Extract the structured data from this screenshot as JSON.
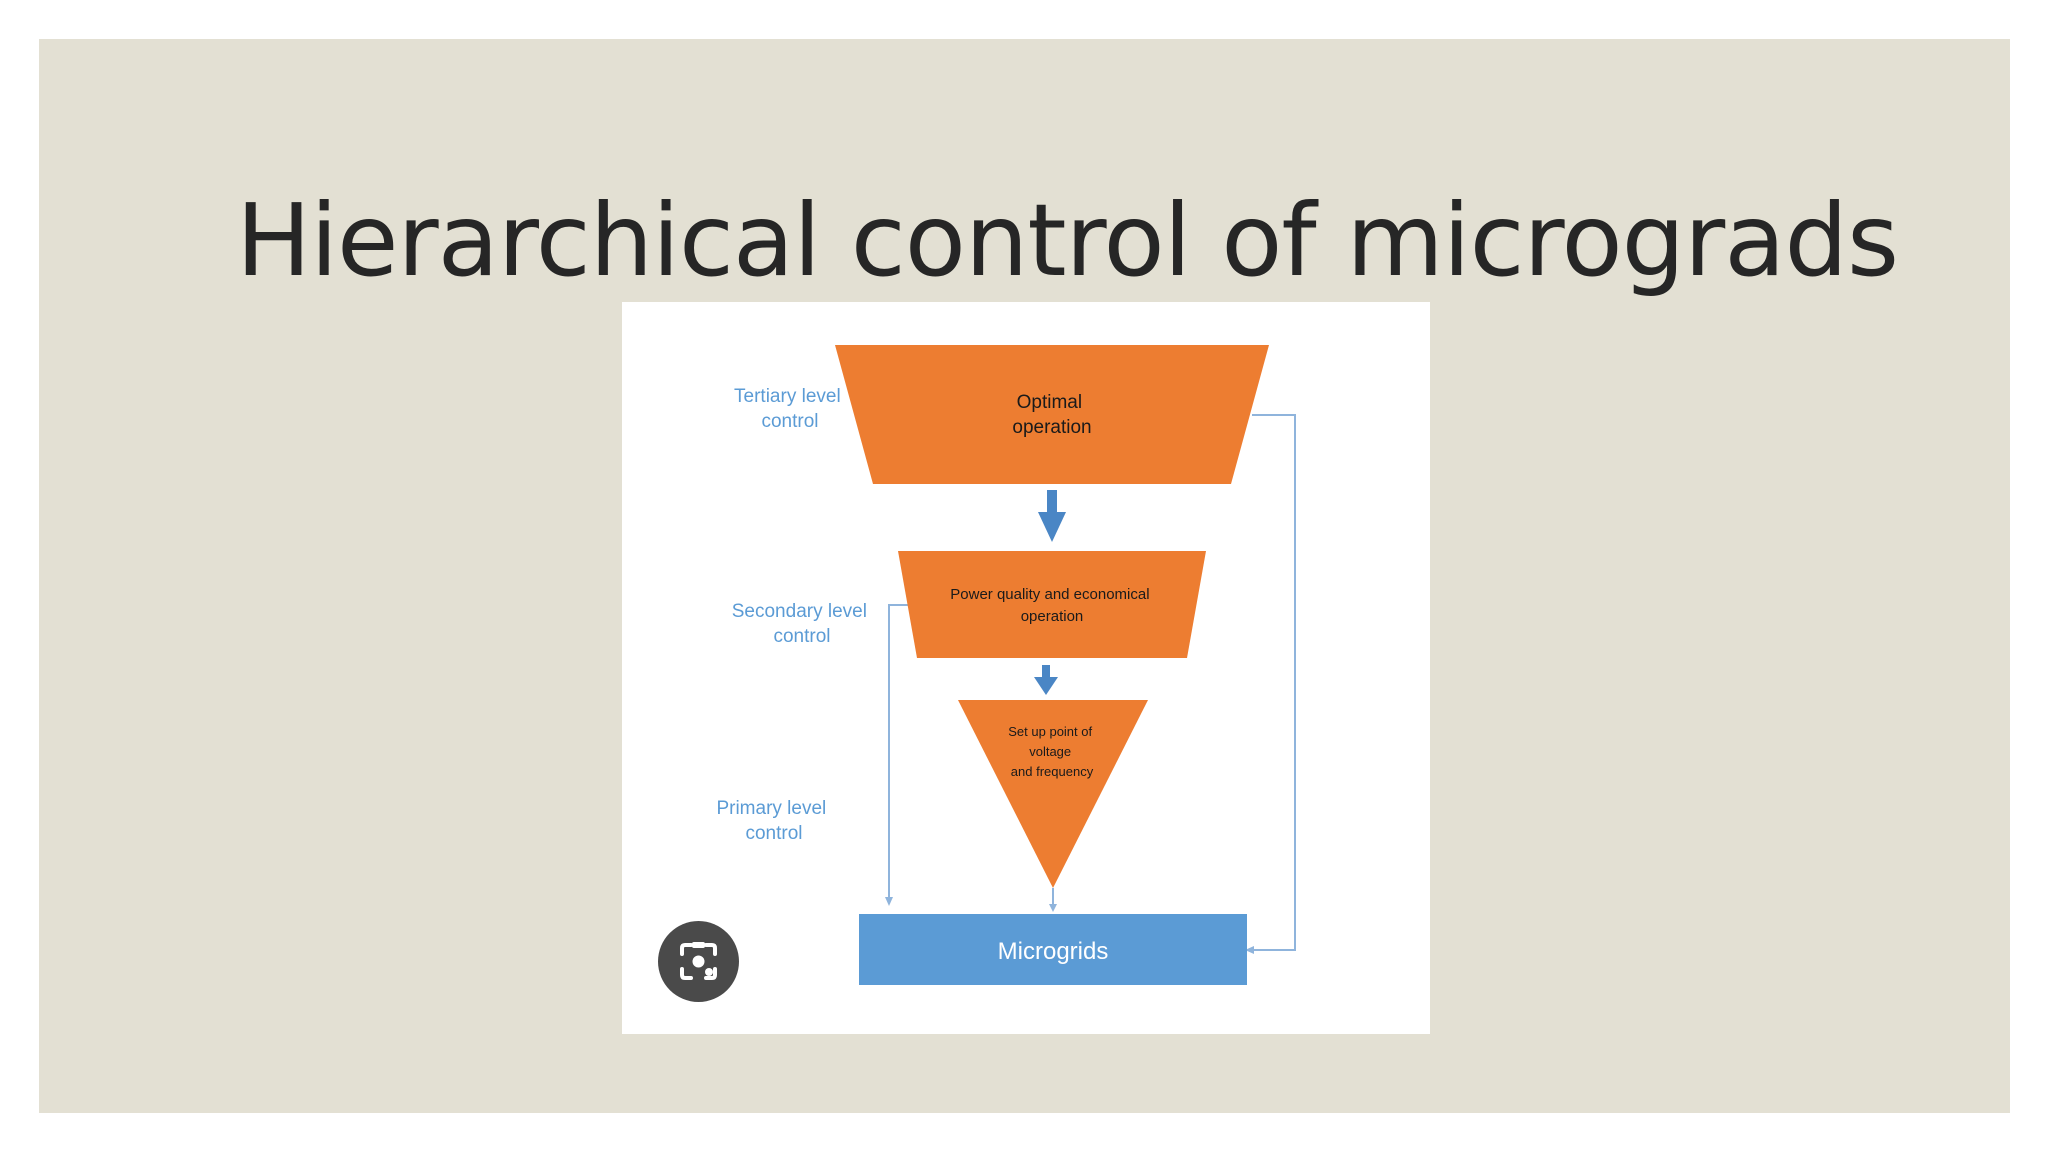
{
  "slide": {
    "title": "Hierarchical control of micrograds"
  },
  "diagram": {
    "levels": {
      "tertiary": [
        "Tertiary level",
        "control"
      ],
      "secondary": [
        "Secondary  level",
        "control"
      ],
      "primary": [
        "Primary level",
        "control"
      ]
    },
    "shapes": {
      "optimal": [
        "Optimal",
        "operation"
      ],
      "power_quality": [
        "Power quality and economical",
        "operation"
      ],
      "set_point": [
        "Set up point of",
        "voltage",
        "and frequency"
      ],
      "microgrids": "Microgrids"
    },
    "colors": {
      "shape_fill": "#ed7d31",
      "arrow": "#4a86c5",
      "microgrids_fill": "#5b9bd5",
      "label": "#5b9bd5",
      "feedback_line": "#8fb4dc"
    }
  },
  "overlay": {
    "lens_icon": "camera-search-icon"
  }
}
